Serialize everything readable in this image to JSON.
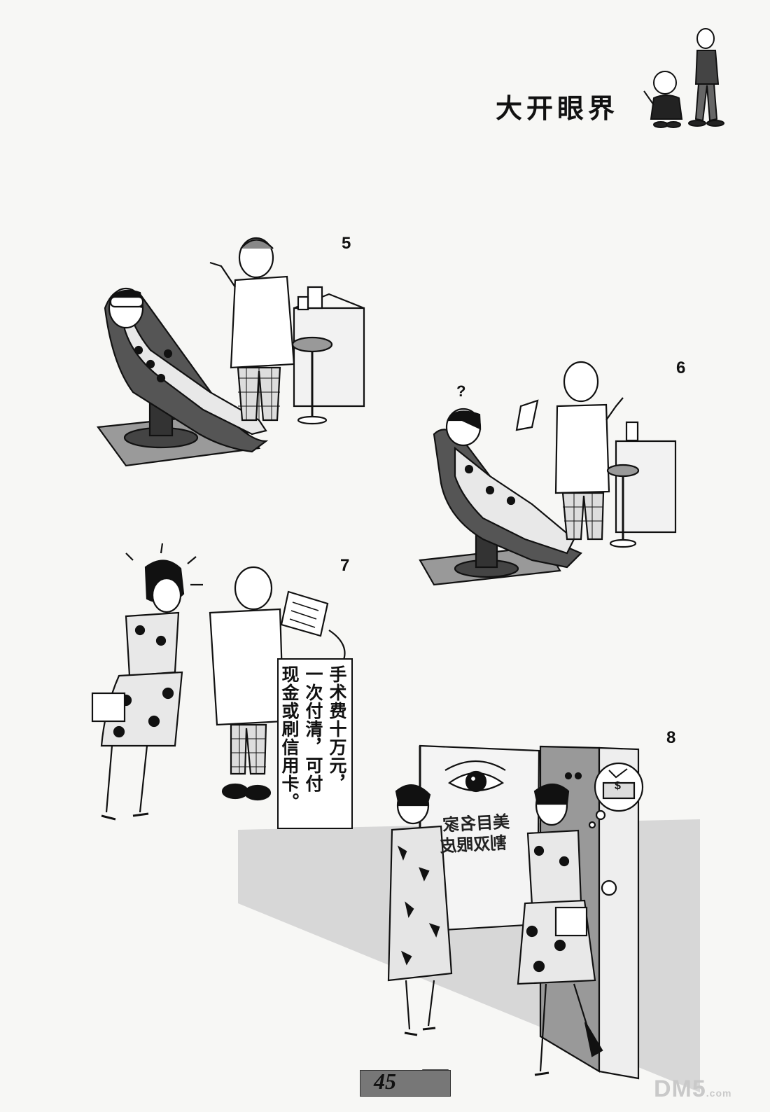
{
  "page": {
    "title": "大开眼界",
    "page_number": "45",
    "watermark": "DM5",
    "watermark_suffix": ".com"
  },
  "panels": [
    {
      "number": "5"
    },
    {
      "number": "6",
      "question_mark": "?"
    },
    {
      "number": "7"
    },
    {
      "number": "8"
    }
  ],
  "speech_bubble": {
    "lines": [
      "手术费十万元，",
      "一次付清，可付",
      "现金或刷信用卡。"
    ]
  },
  "shop_sign": {
    "line1": "美目名家",
    "line2": "割双眼皮"
  },
  "thought_bubble": {
    "banknote_text": "$"
  }
}
